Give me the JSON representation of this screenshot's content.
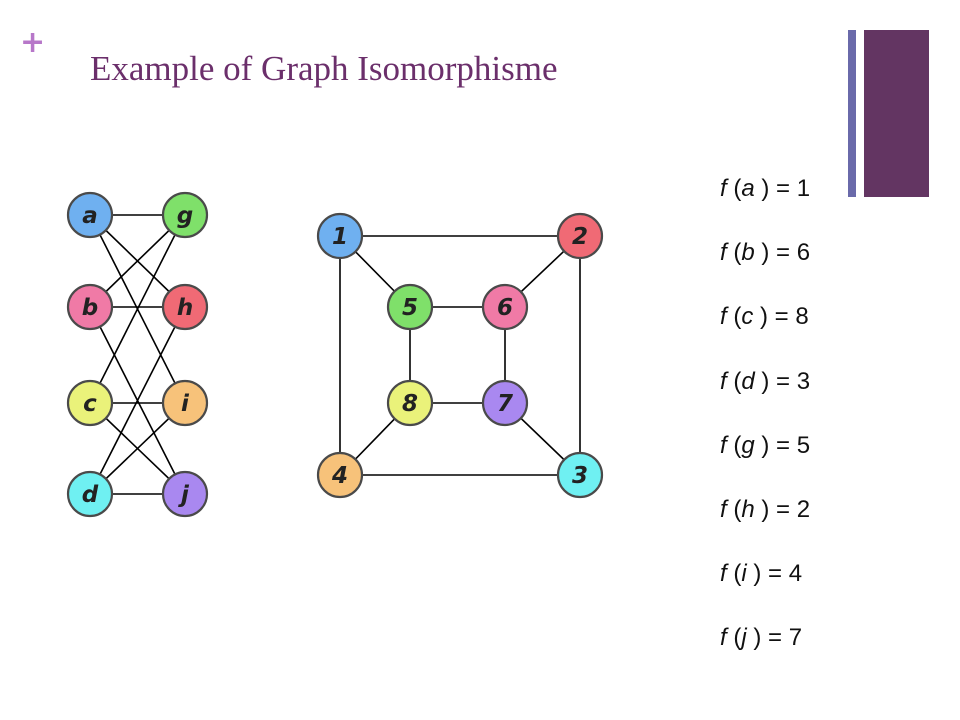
{
  "slide": {
    "bullet_symbol": "+",
    "title": "Example of Graph Isomorphisme"
  },
  "graph_g": {
    "nodes": [
      {
        "id": "a",
        "label": "a",
        "color": "#6fb0f0"
      },
      {
        "id": "b",
        "label": "b",
        "color": "#f07aa6"
      },
      {
        "id": "c",
        "label": "c",
        "color": "#eaf27a"
      },
      {
        "id": "d",
        "label": "d",
        "color": "#6ff0f2"
      },
      {
        "id": "g",
        "label": "g",
        "color": "#7fe06a"
      },
      {
        "id": "h",
        "label": "h",
        "color": "#f06a75"
      },
      {
        "id": "i",
        "label": "i",
        "color": "#f7c27a"
      },
      {
        "id": "j",
        "label": "j",
        "color": "#a988f0"
      }
    ],
    "edges": [
      [
        "a",
        "g"
      ],
      [
        "a",
        "h"
      ],
      [
        "a",
        "i"
      ],
      [
        "b",
        "g"
      ],
      [
        "b",
        "h"
      ],
      [
        "b",
        "j"
      ],
      [
        "c",
        "g"
      ],
      [
        "c",
        "i"
      ],
      [
        "c",
        "j"
      ],
      [
        "d",
        "h"
      ],
      [
        "d",
        "i"
      ],
      [
        "d",
        "j"
      ]
    ]
  },
  "graph_h": {
    "nodes": [
      {
        "id": "1",
        "label": "1",
        "color": "#6fb0f0"
      },
      {
        "id": "2",
        "label": "2",
        "color": "#f06a75"
      },
      {
        "id": "3",
        "label": "3",
        "color": "#6ff0f2"
      },
      {
        "id": "4",
        "label": "4",
        "color": "#f7c27a"
      },
      {
        "id": "5",
        "label": "5",
        "color": "#7fe06a"
      },
      {
        "id": "6",
        "label": "6",
        "color": "#f07aa6"
      },
      {
        "id": "7",
        "label": "7",
        "color": "#a988f0"
      },
      {
        "id": "8",
        "label": "8",
        "color": "#eaf27a"
      }
    ],
    "edges": [
      [
        "1",
        "2"
      ],
      [
        "1",
        "4"
      ],
      [
        "1",
        "5"
      ],
      [
        "2",
        "3"
      ],
      [
        "2",
        "6"
      ],
      [
        "3",
        "4"
      ],
      [
        "3",
        "7"
      ],
      [
        "4",
        "8"
      ],
      [
        "5",
        "6"
      ],
      [
        "5",
        "8"
      ],
      [
        "6",
        "7"
      ],
      [
        "7",
        "8"
      ]
    ]
  },
  "mapping": {
    "function_symbol": "f",
    "items": [
      {
        "arg": "a",
        "value": "1"
      },
      {
        "arg": "b",
        "value": "6"
      },
      {
        "arg": "c",
        "value": "8"
      },
      {
        "arg": "d",
        "value": "3"
      },
      {
        "arg": "g",
        "value": "5"
      },
      {
        "arg": "h",
        "value": "2"
      },
      {
        "arg": "i",
        "value": "4"
      },
      {
        "arg": "j",
        "value": "7"
      }
    ]
  }
}
